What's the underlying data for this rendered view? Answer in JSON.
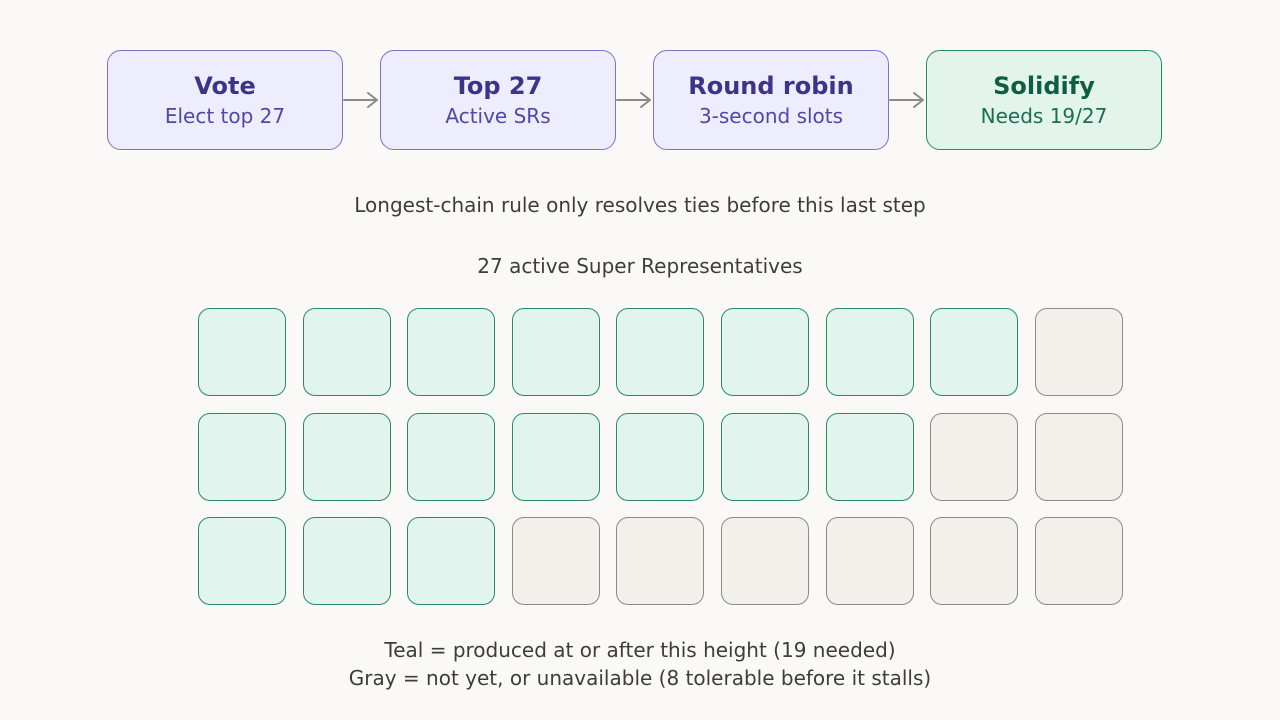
{
  "steps": [
    {
      "title": "Vote",
      "subtitle": "Elect top 27",
      "tone": "purple"
    },
    {
      "title": "Top 27",
      "subtitle": "Active SRs",
      "tone": "purple"
    },
    {
      "title": "Round robin",
      "subtitle": "3-second slots",
      "tone": "purple"
    },
    {
      "title": "Solidify",
      "subtitle": "Needs 19/27",
      "tone": "teal"
    }
  ],
  "note": "Longest-chain rule only resolves ties before this last step",
  "grid_title": "27 active Super Representatives",
  "grid": {
    "columns": 9,
    "cells": [
      "teal",
      "teal",
      "teal",
      "teal",
      "teal",
      "teal",
      "teal",
      "teal",
      "gray",
      "teal",
      "teal",
      "teal",
      "teal",
      "teal",
      "teal",
      "teal",
      "gray",
      "gray",
      "teal",
      "teal",
      "teal",
      "gray",
      "gray",
      "gray",
      "gray",
      "gray",
      "gray"
    ]
  },
  "legend": {
    "teal": "Teal = produced at or after this height (19 needed)",
    "gray": "Gray = not yet, or unavailable (8 tolerable before it stalls)"
  },
  "colors": {
    "purple_fill": "#eeedfd",
    "purple_stroke": "#7c73c6",
    "teal_fill": "#e2f4ee",
    "teal_stroke": "#2b8a66",
    "gray_fill": "#f2f0eb",
    "gray_stroke": "#8b8a86",
    "arrow": "#8b8a86"
  }
}
